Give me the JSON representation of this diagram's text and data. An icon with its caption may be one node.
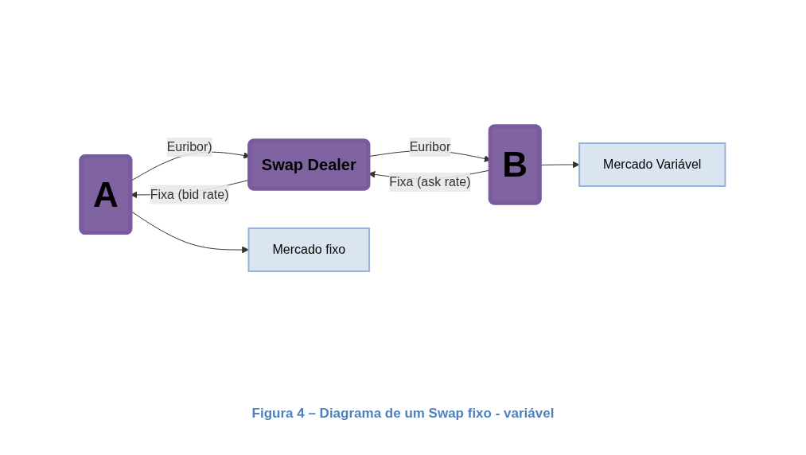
{
  "diagram": {
    "caption": "Figura 4 – Diagrama de um Swap fixo - variável",
    "nodes": [
      {
        "text": [
          "A"
        ]
      },
      {
        "text": [
          "Swap Dealer"
        ]
      },
      {
        "text": [
          "B"
        ]
      },
      {
        "text": [
          "Mercado fixo"
        ]
      },
      {
        "text": [
          "Mercado Variável"
        ]
      }
    ],
    "edges": [
      {
        "from": 0,
        "to": 1,
        "arrow": "to",
        "label": "Euribor)"
      },
      {
        "from": 1,
        "to": 0,
        "arrow": "to",
        "label": "Fixa (bid rate)"
      },
      {
        "from": 1,
        "to": 2,
        "arrow": "to",
        "label": "Euribor"
      },
      {
        "from": 2,
        "to": 1,
        "arrow": "to",
        "label": "Fixa (ask rate)"
      },
      {
        "from": 0,
        "to": 3,
        "arrow": "to"
      },
      {
        "from": 2,
        "to": 4,
        "arrow": "to"
      }
    ]
  }
}
